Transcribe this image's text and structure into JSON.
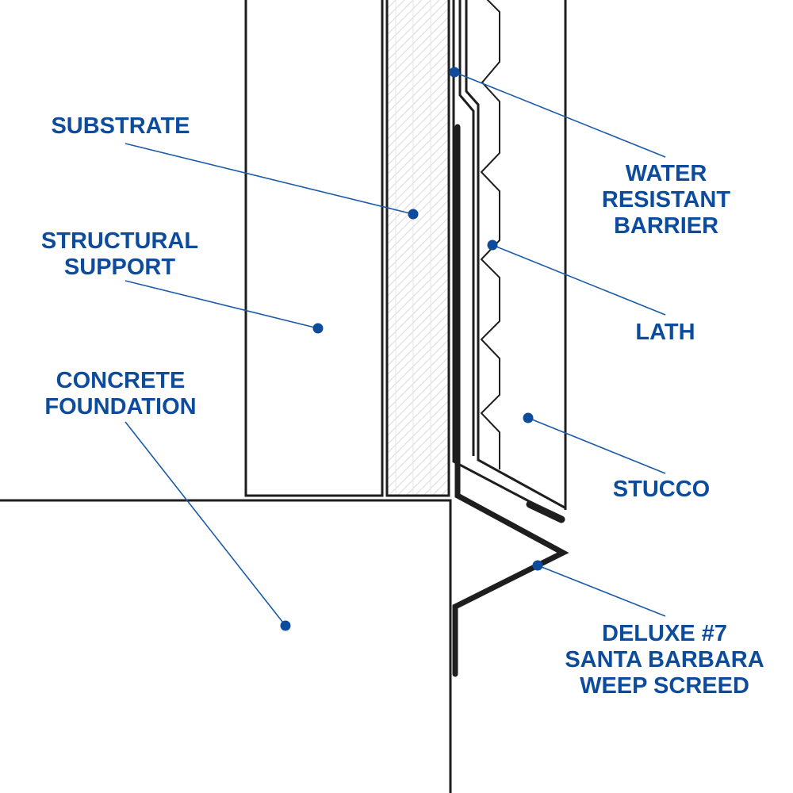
{
  "title": "Stucco weep screed wall section",
  "colors": {
    "label": "#0d4c9c",
    "leader": "#1a5aa6",
    "line": "#1e1e1e",
    "hatch": "#dcdcdc"
  },
  "labels": {
    "substrate": [
      "SUBSTRATE"
    ],
    "structural_support": [
      "STRUCTURAL",
      "SUPPORT"
    ],
    "concrete_foundation": [
      "CONCRETE",
      "FOUNDATION"
    ],
    "water_resistant_barrier": [
      "WATER",
      "RESISTANT",
      "BARRIER"
    ],
    "lath": [
      "LATH"
    ],
    "stucco": [
      "STUCCO"
    ],
    "weep_screed": [
      "DELUXE #7",
      "SANTA BARBARA",
      "WEEP SCREED"
    ]
  }
}
